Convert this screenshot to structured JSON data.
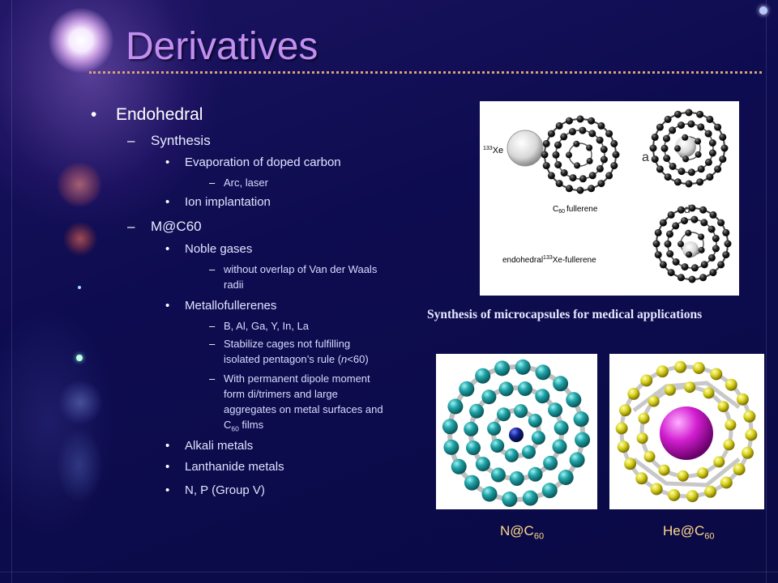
{
  "slide": {
    "title": "Derivatives",
    "bullets": {
      "endohedral": "Endohedral",
      "synthesis": "Synthesis",
      "evaporation": "Evaporation of doped carbon",
      "arc_laser": "Arc, laser",
      "ion_implantation": "Ion implantation",
      "mc60": "M@C60",
      "noble_gases": "Noble gases",
      "overlap_1": "without overlap of Van der Waals",
      "overlap_2": "radii",
      "metallofullerenes": "Metallofullerenes",
      "metals": "B, Al, Ga, Y, In, La",
      "stabilize_1": "Stabilize cages not fulfilling",
      "stabilize_2a": "isolated pentagon’s rule  (",
      "stabilize_2n": "n",
      "stabilize_2b": "<60)",
      "dipole_1": "With permanent dipole moment",
      "dipole_2": "form di/trimers and large",
      "dipole_3": "aggregates on metal surfaces and",
      "dipole_4a": "C",
      "dipole_4sub": "60",
      "dipole_4b": " films",
      "alkali": "Alkali metals",
      "lanthanide": "Lanthanide metals",
      "np": "N, P (Group V)"
    },
    "markers": {
      "l1": "•",
      "l2": "–",
      "l3": "•",
      "l4": "–"
    },
    "figure_top": {
      "label_xe_sup": "133",
      "label_xe": "Xe",
      "label_a": "a",
      "label_d": "d",
      "label_c60": "fullerene",
      "label_c60_c": "C",
      "label_c60_sub": "60",
      "label_endo_a": "endohedral",
      "label_endo_sup": "133",
      "label_endo_b": "Xe-fullerene"
    },
    "caption": "Synthesis of microcapsules for medical applications",
    "n_label": "N@C",
    "n_sub": "60",
    "he_label": "He@C",
    "he_sub": "60",
    "colors": {
      "title": "#c28ef2",
      "caption": "#e6e8ff",
      "mol_label": "#ffd98a",
      "n_cage": "#1fa3a8",
      "he_cage": "#d8d21e",
      "he_core": "#d21ed0"
    }
  }
}
